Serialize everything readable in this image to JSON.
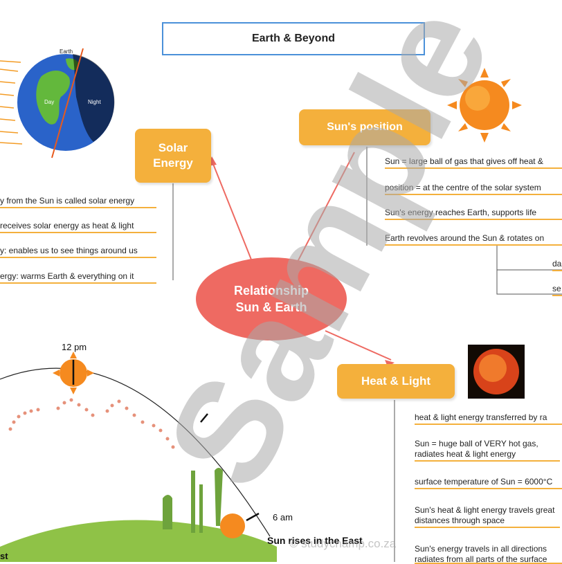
{
  "title": "Earth & Beyond",
  "center": {
    "line1": "Relationship",
    "line2": "Sun & Earth"
  },
  "topics": {
    "solar_energy": {
      "line1": "Solar",
      "line2": "Energy"
    },
    "suns_position": "Sun's position",
    "heat_light": "Heat & Light"
  },
  "solar_branches": [
    "y from the Sun is called solar energy",
    "receives solar energy as heat & light",
    "y: enables us to see things around us",
    "ergy: warms Earth & everything on it"
  ],
  "position_branches": [
    "Sun = large ball of gas that gives off heat &",
    "position = at the centre of the solar system",
    "Sun's energy reaches Earth, supports life",
    "Earth revolves around the Sun & rotates on"
  ],
  "position_sub": [
    "da",
    "se"
  ],
  "heat_branches": [
    "heat & light energy transferred by ra",
    "Sun = huge ball of VERY hot gas, radiates heat & light energy",
    "surface temperature of Sun = 6000°C",
    "Sun's heat & light energy travels great distances through space",
    "Sun's energy travels in all directions radiates from all parts of the surface"
  ],
  "globe_labels": {
    "earth": "Earth",
    "day": "Day",
    "night": "Night"
  },
  "sky_labels": {
    "noon": "12 pm",
    "morning": "6 am",
    "rises": "Sun rises in the East",
    "west": "st"
  },
  "watermark": "Sample",
  "site": "© studychamp.co.za",
  "colors": {
    "orange": "#f4b03c",
    "center": "#ee6a62",
    "connector": "#ee6a62",
    "title_border": "#4a90d9"
  }
}
